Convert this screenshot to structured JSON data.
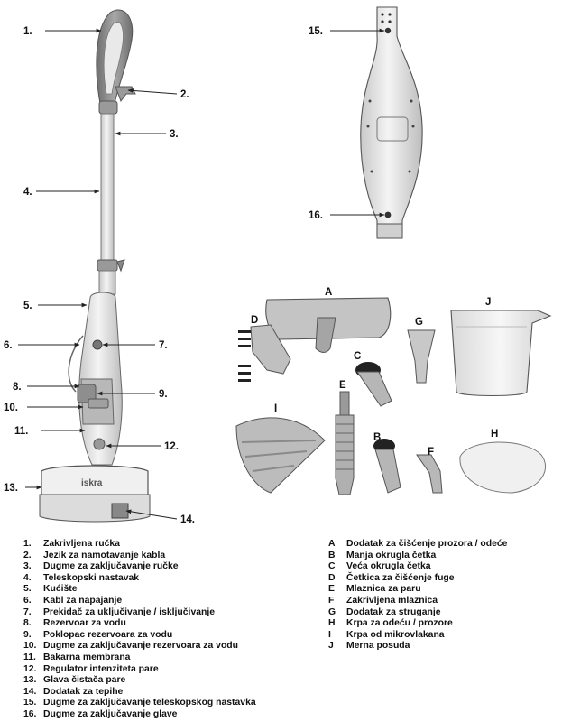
{
  "callouts": {
    "c1": "1.",
    "c2": "2.",
    "c3": "3.",
    "c4": "4.",
    "c5": "5.",
    "c6": "6.",
    "c7": "7.",
    "c8": "8.",
    "c9": "9.",
    "c10": "10.",
    "c11": "11.",
    "c12": "12.",
    "c13": "13.",
    "c14": "14.",
    "c15": "15.",
    "c16": "16.",
    "cA": "A",
    "cB": "B",
    "cC": "C",
    "cD": "D",
    "cE": "E",
    "cF": "F",
    "cG": "G",
    "cH": "H",
    "cI": "I",
    "cJ": "J"
  },
  "brand_label": "iskra",
  "parts_numbered": [
    {
      "key": "1.",
      "label": "Zakrivljena ručka"
    },
    {
      "key": "2.",
      "label": "Jezik za namotavanje kabla"
    },
    {
      "key": "3.",
      "label": "Dugme za zaključavanje ručke"
    },
    {
      "key": "4.",
      "label": "Teleskopski nastavak"
    },
    {
      "key": "5.",
      "label": "Kućište"
    },
    {
      "key": "6.",
      "label": "Kabl za napajanje"
    },
    {
      "key": "7.",
      "label": "Prekidač za uključivanje / isključivanje"
    },
    {
      "key": "8.",
      "label": "Rezervoar za vodu"
    },
    {
      "key": "9.",
      "label": "Poklopac rezervoara za vodu"
    },
    {
      "key": "10.",
      "label": "Dugme za zaključavanje rezervoara za vodu"
    },
    {
      "key": "11.",
      "label": "Bakarna membrana"
    },
    {
      "key": "12.",
      "label": "Regulator intenziteta pare"
    },
    {
      "key": "13.",
      "label": "Glava čistača pare"
    },
    {
      "key": "14.",
      "label": "Dodatak za tepihe"
    },
    {
      "key": "15.",
      "label": "Dugme za zaključavanje teleskopskog nastavka"
    },
    {
      "key": "16.",
      "label": "Dugme za zaključavanje glave"
    }
  ],
  "parts_lettered": [
    {
      "key": "A",
      "label": "Dodatak za čišćenje prozora / odeće"
    },
    {
      "key": "B",
      "label": "Manja okrugla četka"
    },
    {
      "key": "C",
      "label": "Veća okrugla četka"
    },
    {
      "key": "D",
      "label": "Četkica za čišćenje fuge"
    },
    {
      "key": "E",
      "label": "Mlaznica za paru"
    },
    {
      "key": "F",
      "label": "Zakrivljena mlaznica"
    },
    {
      "key": "G",
      "label": "Dodatak za struganje"
    },
    {
      "key": "H",
      "label": "Krpa za odeću / prozore"
    },
    {
      "key": "I",
      "label": "Krpa od mikrovlakana"
    },
    {
      "key": "J",
      "label": "Merna posuda"
    }
  ],
  "colors": {
    "body": "#e6e6e6",
    "dark": "#8c8c8c",
    "line": "#222222"
  }
}
